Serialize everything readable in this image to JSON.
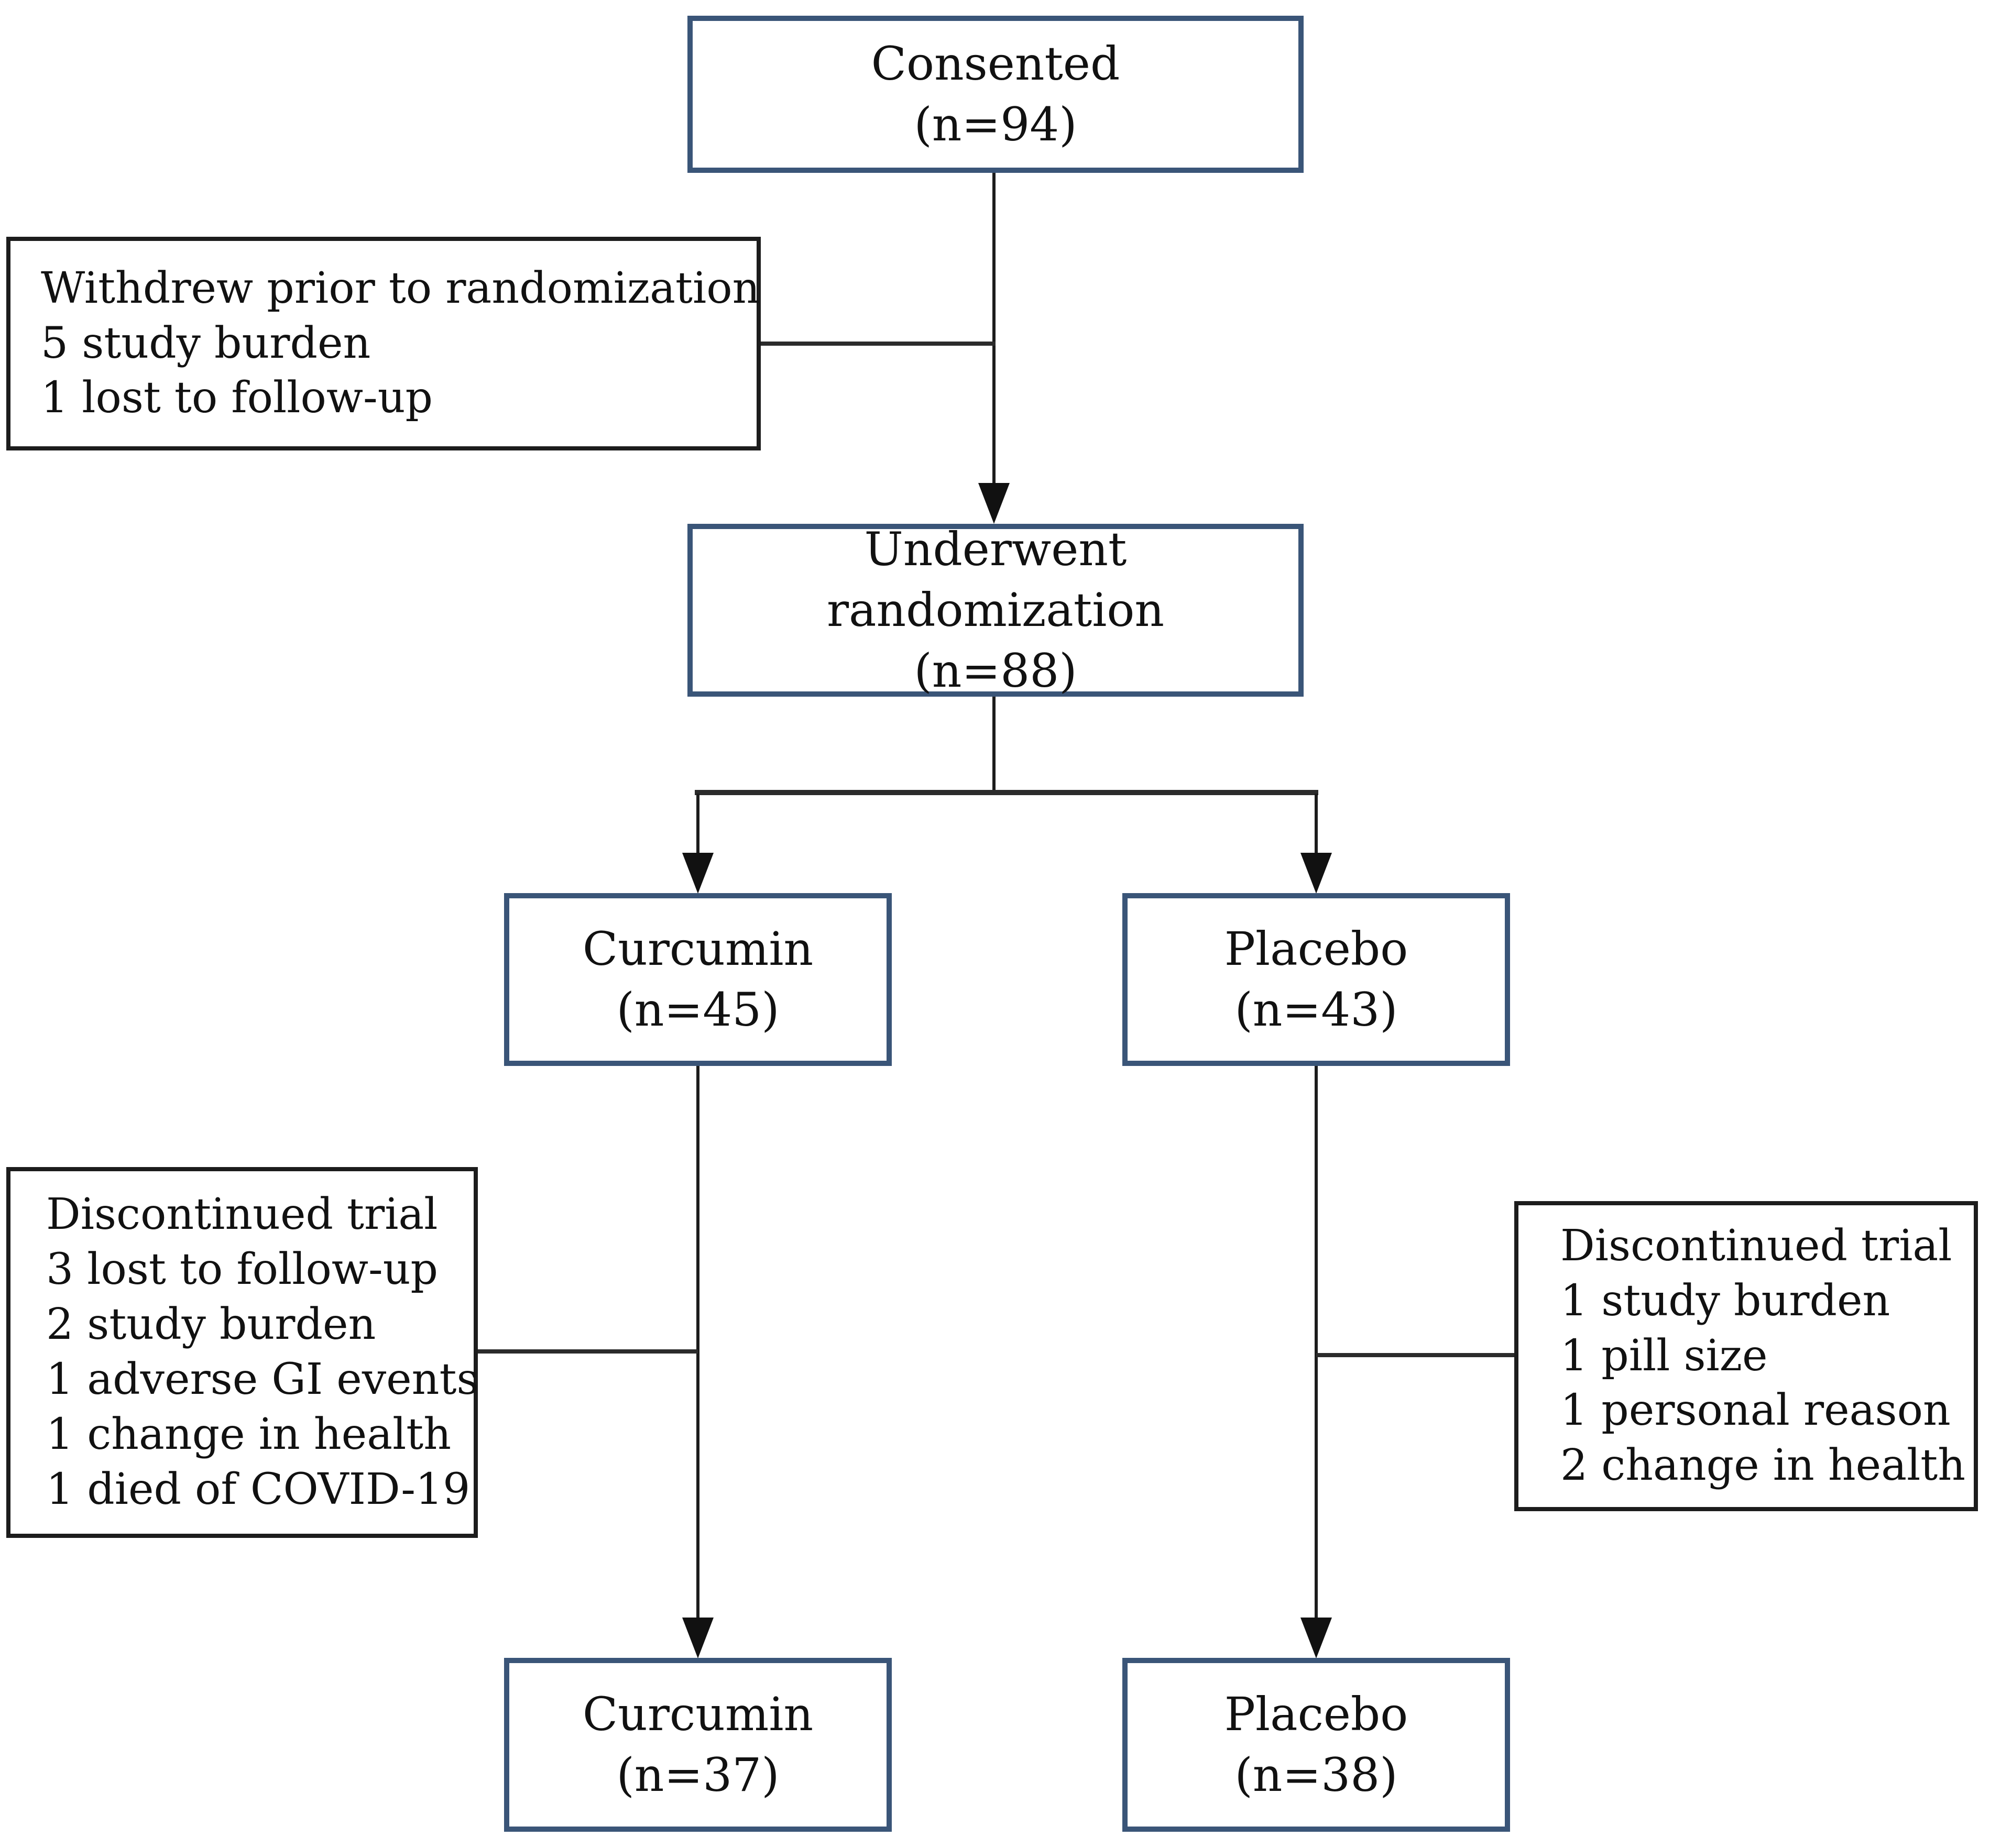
{
  "diagram": {
    "title_semantic": "Participant flow diagram",
    "colors": {
      "accent_border": "#3a5578",
      "plain_border": "#1c1c1c",
      "line": "#1c1c1c",
      "background": "#ffffff",
      "text": "#111111"
    },
    "boxes": {
      "consented": {
        "label": "Consented",
        "count": "(n=94)"
      },
      "withdrew": {
        "lines": [
          "Withdrew prior to randomization",
          "5 study burden",
          "1 lost to follow-up"
        ]
      },
      "randomized": {
        "label": "Underwent randomization",
        "count": "(n=88)"
      },
      "curcumin_allocated": {
        "label": "Curcumin",
        "count": "(n=45)"
      },
      "placebo_allocated": {
        "label": "Placebo",
        "count": "(n=43)"
      },
      "curcumin_discontinued": {
        "lines": [
          "Discontinued trial",
          "3 lost to follow-up",
          "2 study burden",
          "1 adverse GI events",
          "1 change in health",
          "1 died of COVID-19"
        ]
      },
      "placebo_discontinued": {
        "lines": [
          "Discontinued trial",
          "1 study burden",
          "1 pill size",
          "1 personal reason",
          "2 change in health"
        ]
      },
      "curcumin_completed": {
        "label": "Curcumin",
        "count": "(n=37)"
      },
      "placebo_completed": {
        "label": "Placebo",
        "count": "(n=38)"
      }
    }
  }
}
